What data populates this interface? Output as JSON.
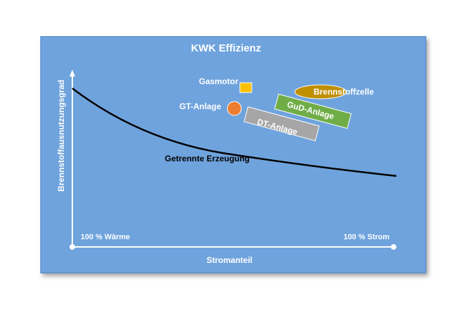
{
  "title": "KWK Effizienz",
  "axes": {
    "y_label": "Brennstoffausnutzungsgrad",
    "x_label": "Stromanteil",
    "x_left_end": "100 % Wärme",
    "x_right_end": "100 % Strom"
  },
  "curve_label": "Getrennte  Erzeugung",
  "technologies": {
    "gasmotor": "Gasmotor",
    "gt_anlage": "GT-Anlage",
    "dt_anlage": "DT-Anlage",
    "gud_anlage": "GuD-Anlage",
    "brennstoffzelle": "Brennstoffzelle"
  },
  "colors": {
    "background": "#6fa3dd",
    "gasmotor": "#ffc000",
    "gt_anlage": "#ed7d31",
    "dt_anlage": "#a6a6a6",
    "gud_anlage": "#70ad47",
    "brennstoffzelle": "#bf8f00",
    "curve": "#000000",
    "axes": "#ffffff"
  }
}
